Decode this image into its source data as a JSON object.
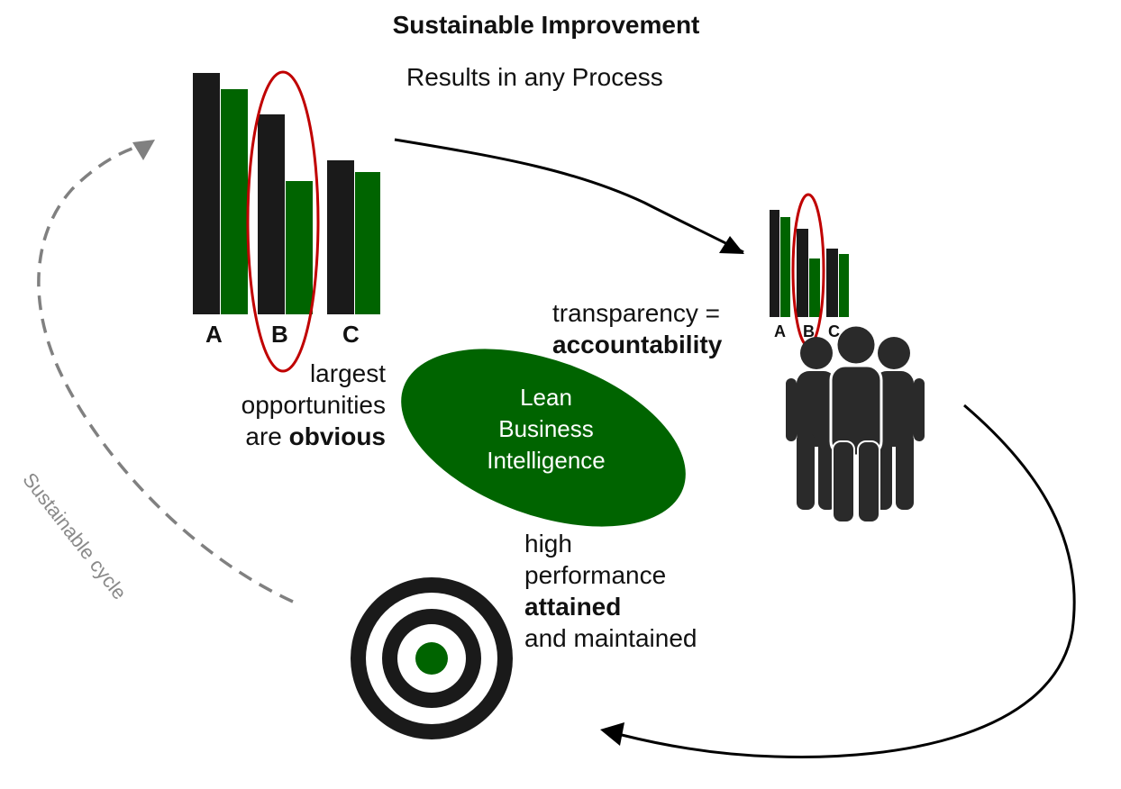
{
  "title": "Sustainable Improvement",
  "subtitle": "Results in any Process",
  "large_chart": {
    "labels": [
      "A",
      "B",
      "C"
    ]
  },
  "small_chart": {
    "labels": [
      "A",
      "B",
      "C"
    ]
  },
  "opportunities": {
    "line1": "largest",
    "line2": "opportunities",
    "line3_prefix": "are ",
    "line3_bold": "obvious"
  },
  "transparency": {
    "line1": "transparency =",
    "line2_bold": "accountability"
  },
  "lean_bi": {
    "line1": "Lean",
    "line2": "Business",
    "line3": "Intelligence"
  },
  "performance": {
    "line1": "high",
    "line2": "performance",
    "line3_bold": "attained",
    "line4": "and maintained"
  },
  "cycle_label": "Sustainable cycle",
  "colors": {
    "dark": "#1a1a1a",
    "green": "#006400",
    "red": "#c00000",
    "grey": "#808080"
  },
  "icons": {
    "people": "people-group-icon",
    "target": "target-icon"
  }
}
